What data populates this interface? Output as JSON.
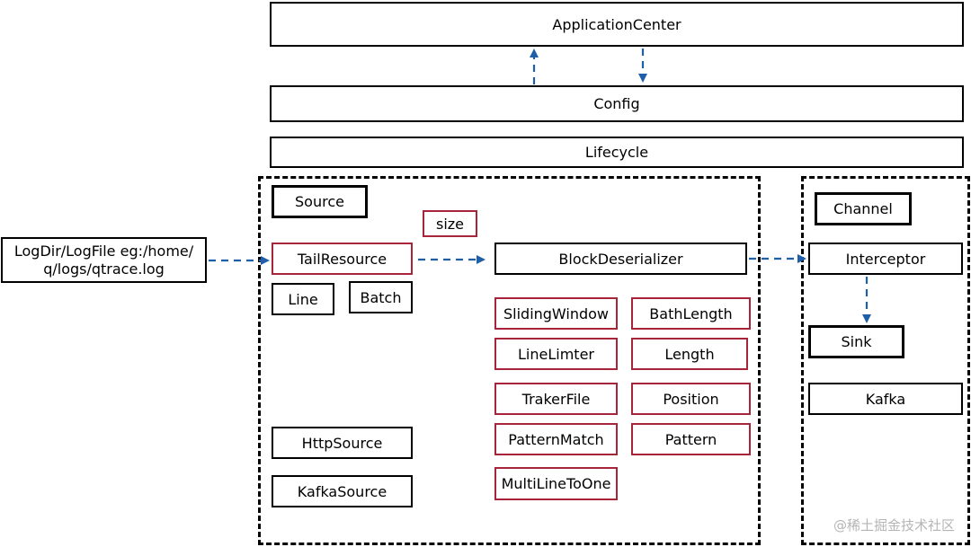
{
  "top": {
    "application_center": "ApplicationCenter",
    "config": "Config",
    "lifecycle": "Lifecycle"
  },
  "external": {
    "log_path_line1": "LogDir/LogFile  eg:/home/",
    "log_path_line2": "q/logs/qtrace.log"
  },
  "source_group": {
    "source": "Source",
    "size": "size",
    "tail_resource": "TailResource",
    "line": "Line",
    "batch": "Batch",
    "block_deserializer": "BlockDeserializer",
    "sliding_window": "SlidingWindow",
    "bath_length": "BathLength",
    "line_limter": "LineLimter",
    "length": "Length",
    "traker_file": "TrakerFile",
    "position": "Position",
    "pattern_match": "PatternMatch",
    "pattern": "Pattern",
    "multi_line_to_one": "MultiLineToOne",
    "http_source": "HttpSource",
    "kafka_source": "KafkaSource"
  },
  "channel_group": {
    "channel": "Channel",
    "interceptor": "Interceptor",
    "sink": "Sink",
    "kafka": "Kafka"
  },
  "watermark": "@稀土掘金技术社区",
  "colors": {
    "arrow": "#1f5fa8",
    "red_border": "#a8243a"
  }
}
